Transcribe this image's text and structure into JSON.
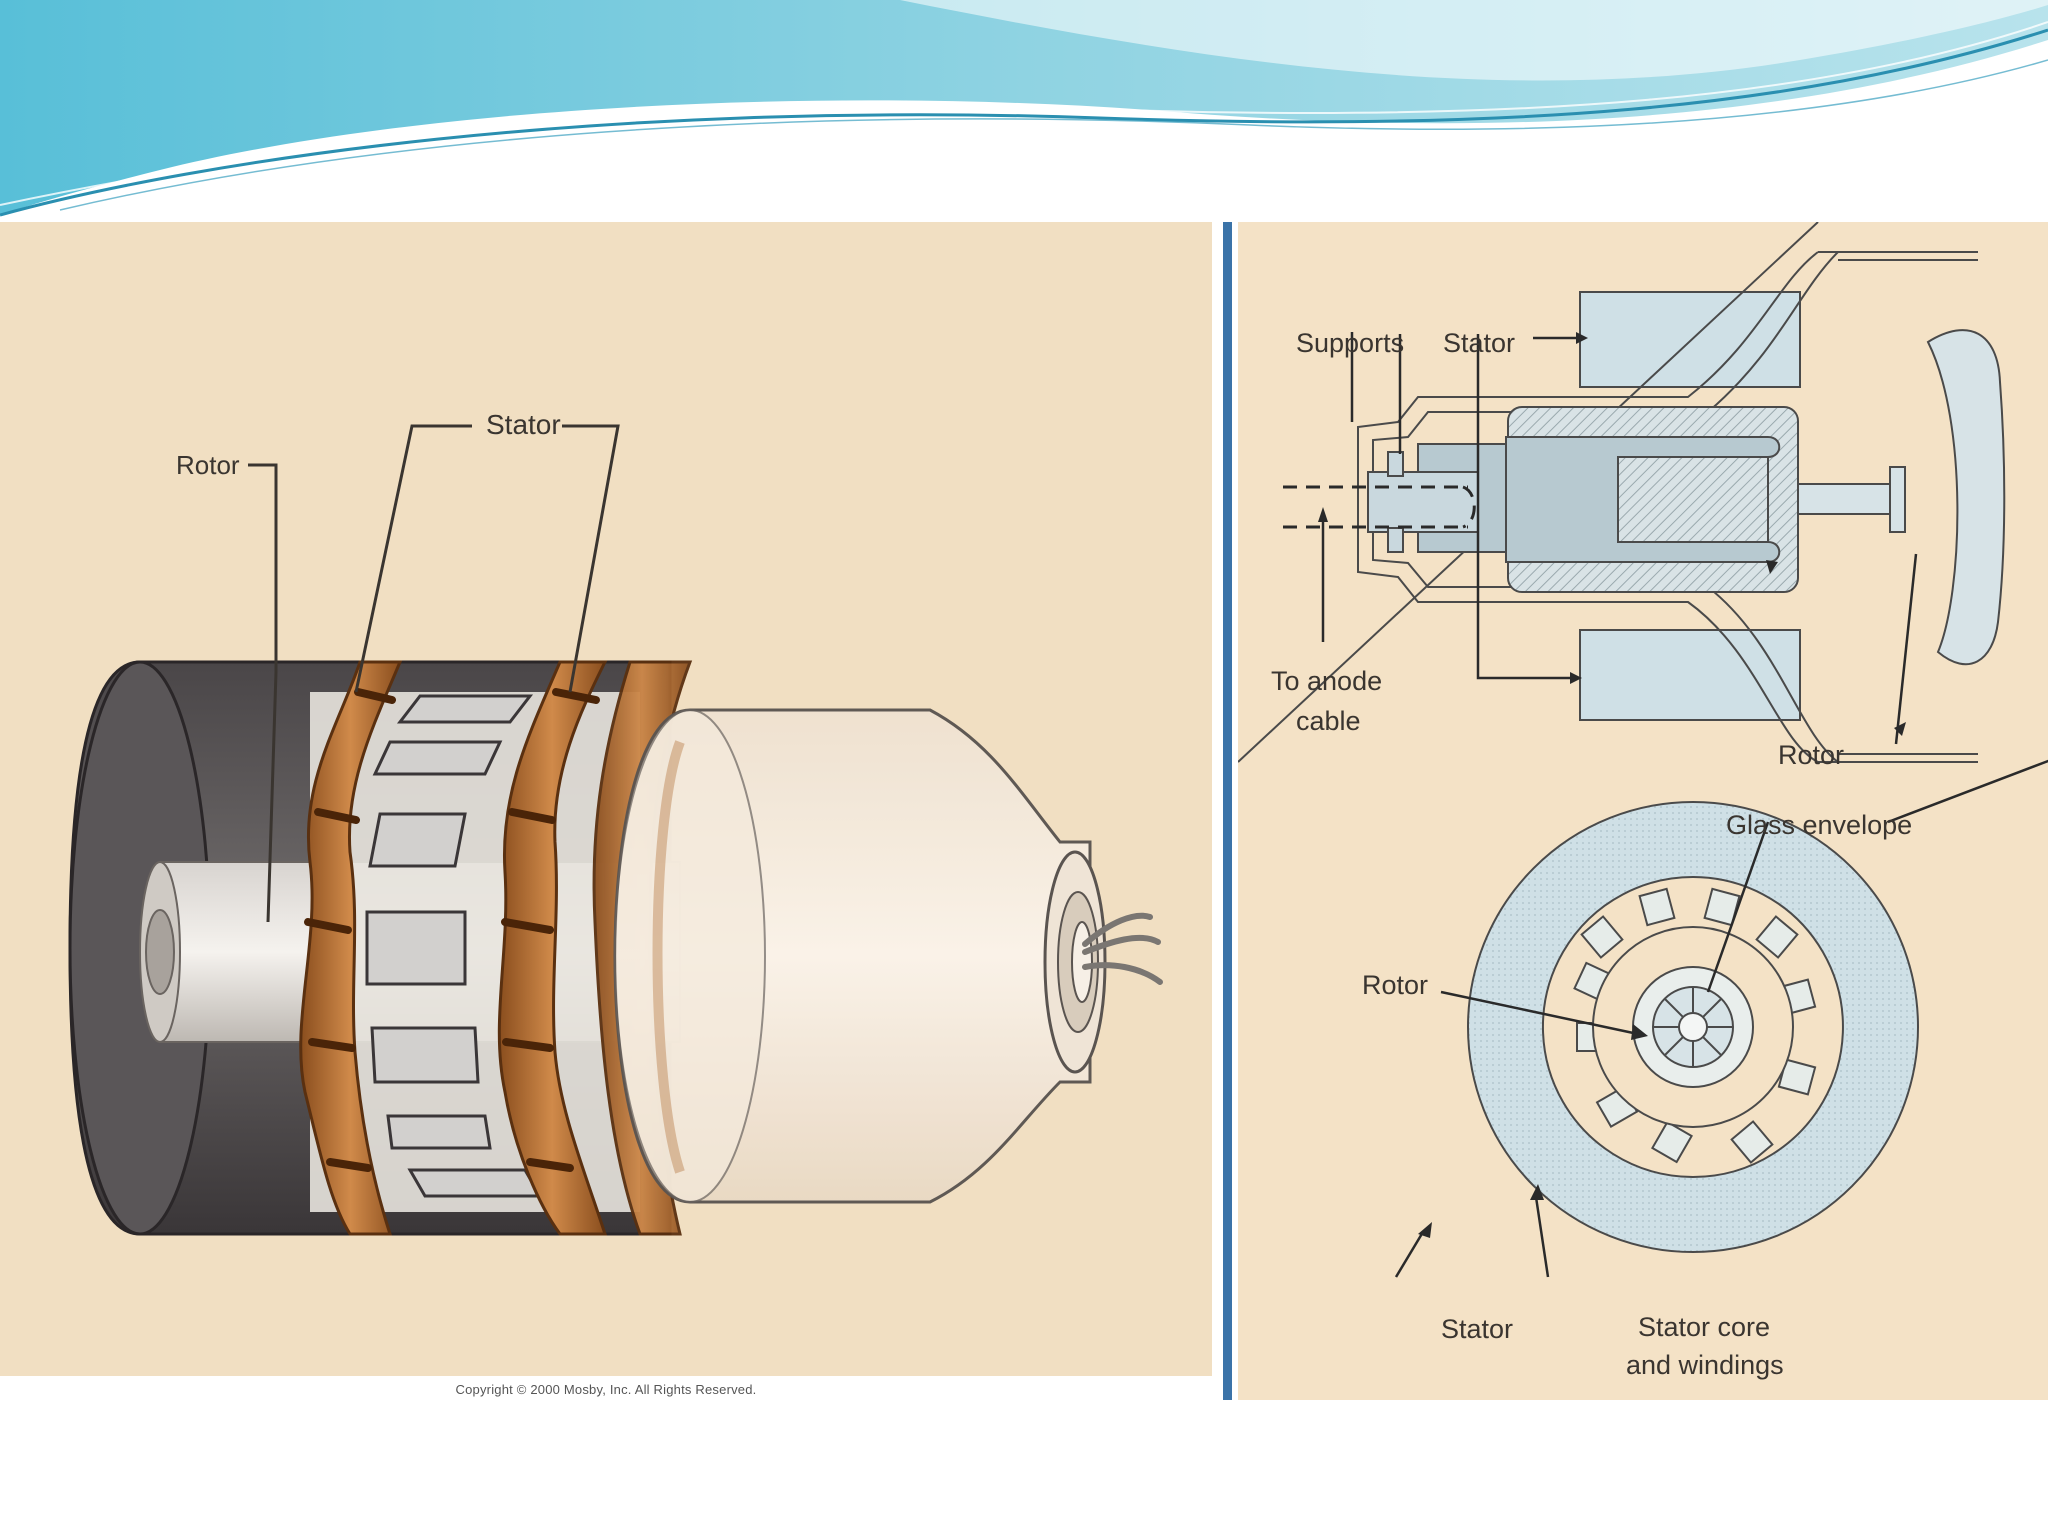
{
  "left_diagram": {
    "labels": {
      "rotor": "Rotor",
      "stator": "Stator"
    },
    "copyright": "Copyright © 2000 Mosby, Inc. All Rights Reserved."
  },
  "right_diagram": {
    "labels": {
      "supports": "Supports",
      "stator_top": "Stator",
      "to_anode_line1": "To anode",
      "to_anode_line2": "cable",
      "rotor_side": "Rotor",
      "glass_envelope": "Glass envelope",
      "rotor_center": "Rotor",
      "stator_bottom": "Stator",
      "stator_core_line1": "Stator core",
      "stator_core_line2": "and windings"
    }
  },
  "colors": {
    "banner_teal": "#6cc6dc",
    "panel_left_bg": "#f1dfc2",
    "panel_right_bg": "#f4e2c6",
    "divider": "#3b73a8",
    "winding_copper": "#b06a2c",
    "light_blue_part": "#cfe0e6"
  }
}
